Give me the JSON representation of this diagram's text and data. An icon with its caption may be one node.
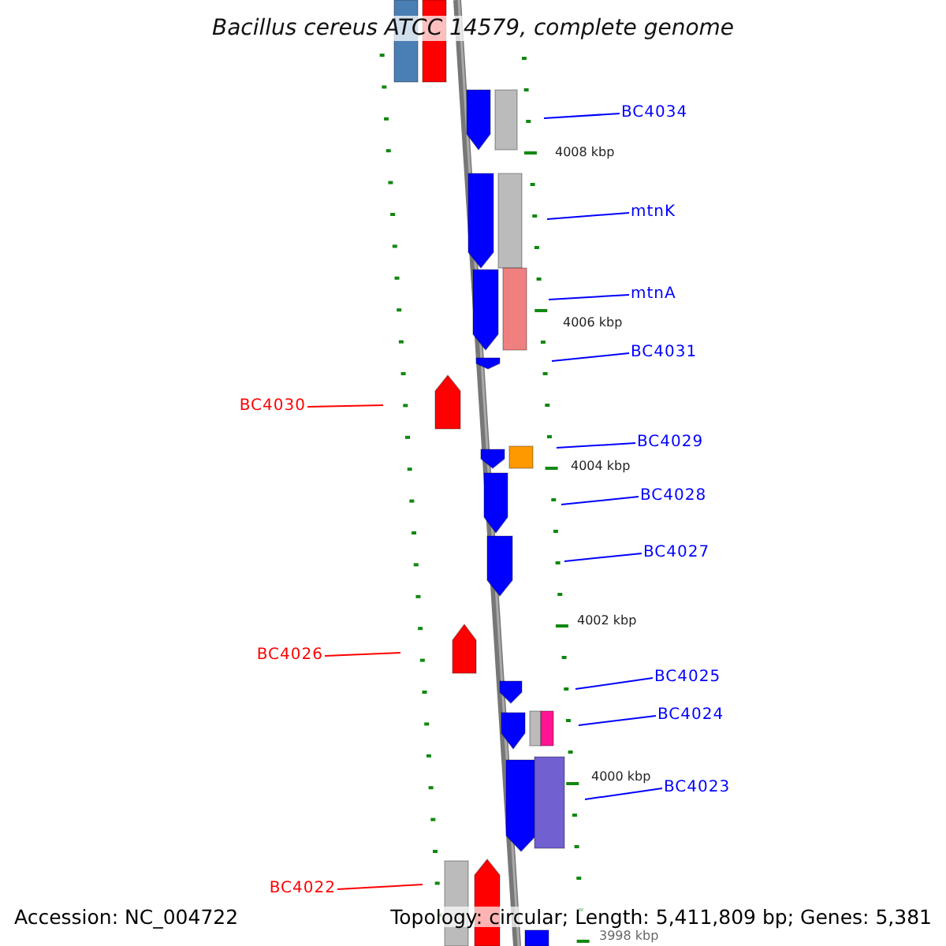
{
  "diagram": {
    "title": "Bacillus cereus ATCC 14579, complete genome",
    "nodes": [
      {
        "text": [
          "BC4034"
        ]
      },
      {
        "text": [
          "mtnK"
        ]
      },
      {
        "text": [
          "mtnA"
        ]
      },
      {
        "text": [
          "BC4031"
        ]
      },
      {
        "text": [
          "BC4030"
        ]
      },
      {
        "text": [
          "BC4029"
        ]
      },
      {
        "text": [
          "BC4028"
        ]
      },
      {
        "text": [
          "BC4027"
        ]
      },
      {
        "text": [
          "BC4026"
        ]
      },
      {
        "text": [
          "BC4025"
        ]
      },
      {
        "text": [
          "BC4024"
        ]
      },
      {
        "text": [
          "BC4023"
        ]
      },
      {
        "text": [
          "BC4022"
        ]
      }
    ],
    "edges": [
      {
        "from": 0,
        "to": null,
        "arrow": "none"
      },
      {
        "from": 1,
        "to": null,
        "arrow": "none"
      },
      {
        "from": 2,
        "to": null,
        "arrow": "none"
      },
      {
        "from": 3,
        "to": null,
        "arrow": "none"
      },
      {
        "from": 4,
        "to": null,
        "arrow": "none",
        "color": "#ff0000"
      },
      {
        "from": 5,
        "to": null,
        "arrow": "none"
      },
      {
        "from": 6,
        "to": null,
        "arrow": "none"
      },
      {
        "from": 7,
        "to": null,
        "arrow": "none"
      },
      {
        "from": 8,
        "to": null,
        "arrow": "none",
        "color": "#ff0000"
      },
      {
        "from": 9,
        "to": null,
        "arrow": "none"
      },
      {
        "from": 10,
        "to": null,
        "arrow": "none"
      },
      {
        "from": 11,
        "to": null,
        "arrow": "none"
      },
      {
        "from": 12,
        "to": null,
        "arrow": "none",
        "color": "#ff0000"
      }
    ],
    "labels": [
      "4008 kbp",
      "4006 kbp",
      "4004 kbp",
      "4002 kbp",
      "4000 kbp",
      "3998 kbp",
      "Accession: NC_004722",
      "Topology: circular; Length: 5,411,809 bp; Genes: 5,381"
    ]
  }
}
